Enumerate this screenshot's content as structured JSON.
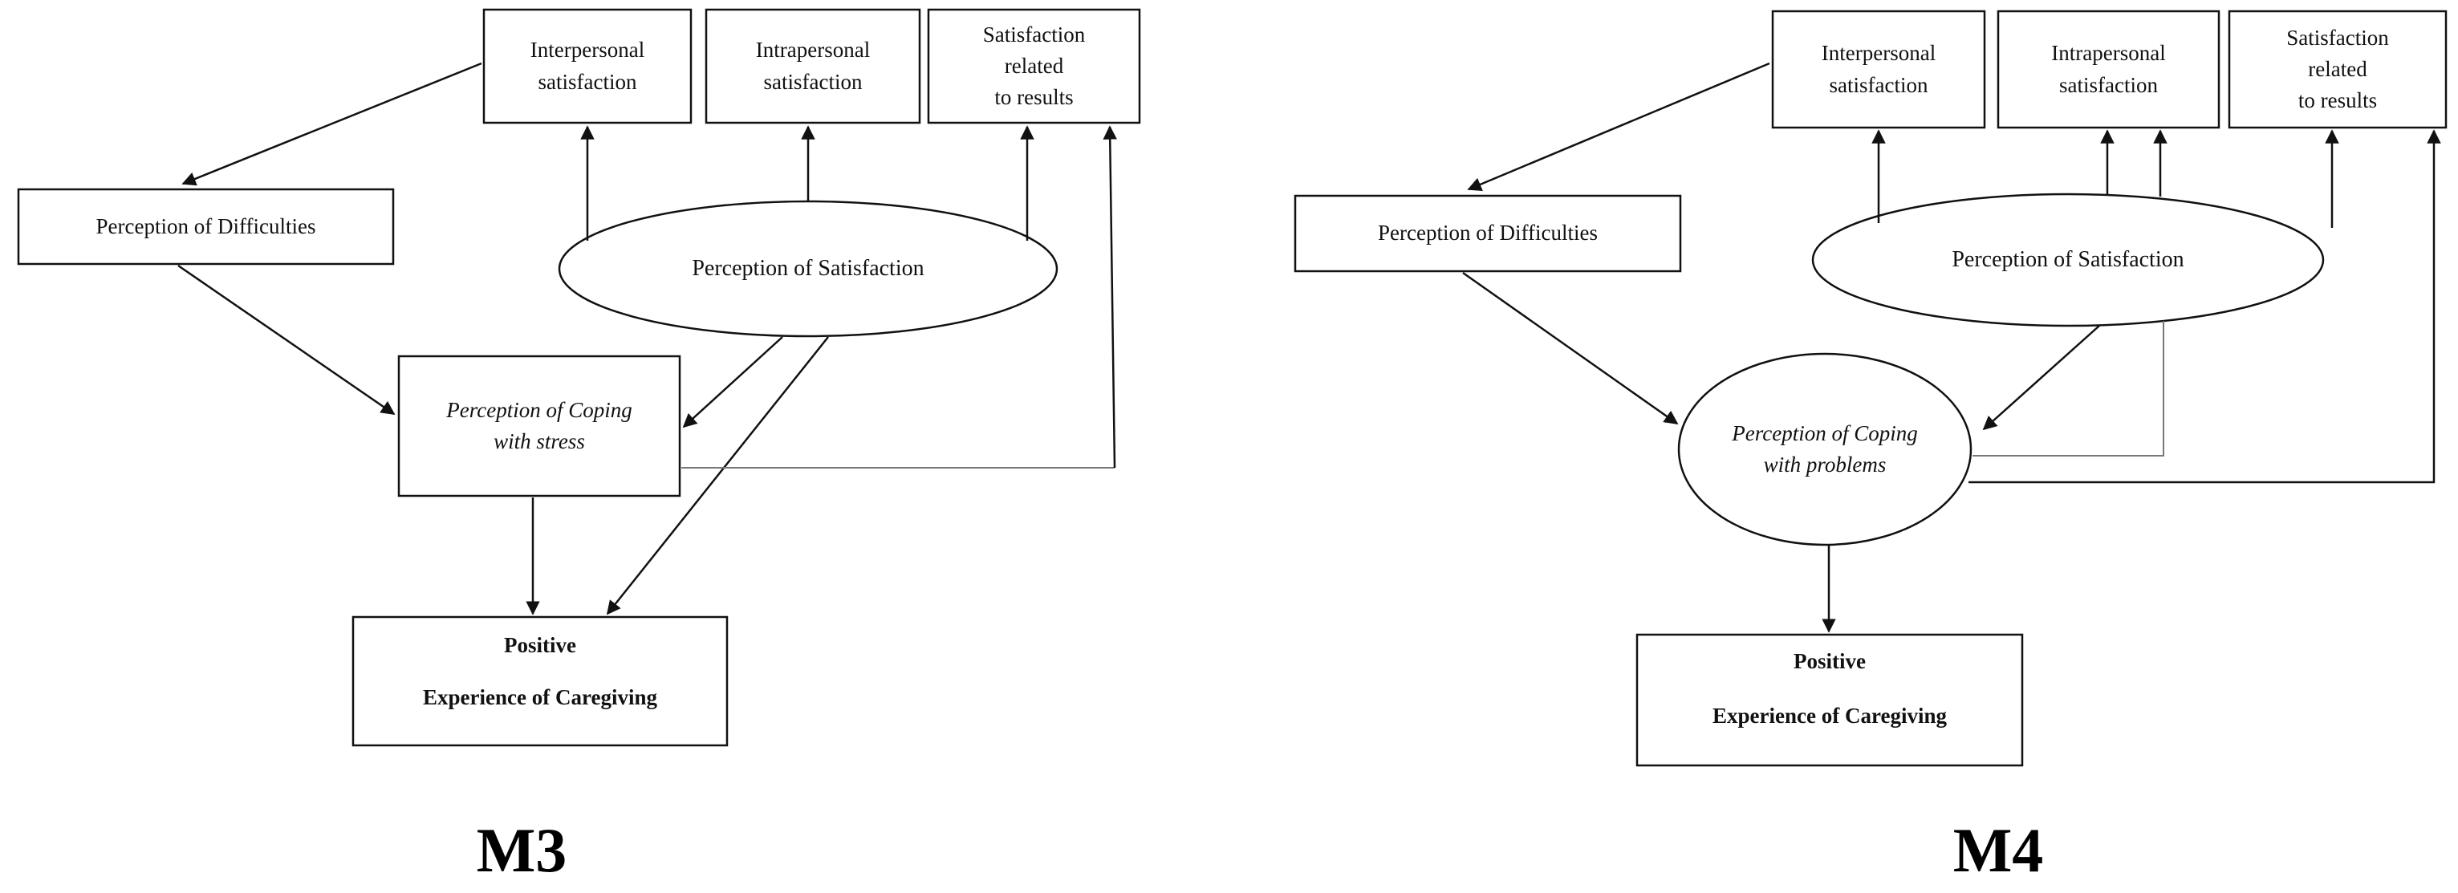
{
  "models": [
    {
      "label": "M3",
      "nodes": {
        "interpersonal": "Interpersonal\nsatisfaction",
        "intrapersonal": "Intrapersonal\nsatisfaction",
        "results": "Satisfaction\nrelated\nto results",
        "difficulties": "Perception of Difficulties",
        "satisfaction": "Perception of Satisfaction",
        "coping": "Perception of Coping\nwith stress",
        "positive_line1": "Positive",
        "positive_line2": "Experience of Caregiving"
      }
    },
    {
      "label": "M4",
      "nodes": {
        "interpersonal": "Interpersonal\nsatisfaction",
        "intrapersonal": "Intrapersonal\nsatisfaction",
        "results": "Satisfaction\nrelated\nto results",
        "difficulties": "Perception of Difficulties",
        "satisfaction": "Perception of Satisfaction",
        "coping": "Perception of Coping\nwith problems",
        "positive_line1": "Positive",
        "positive_line2": "Experience of Caregiving"
      }
    }
  ]
}
